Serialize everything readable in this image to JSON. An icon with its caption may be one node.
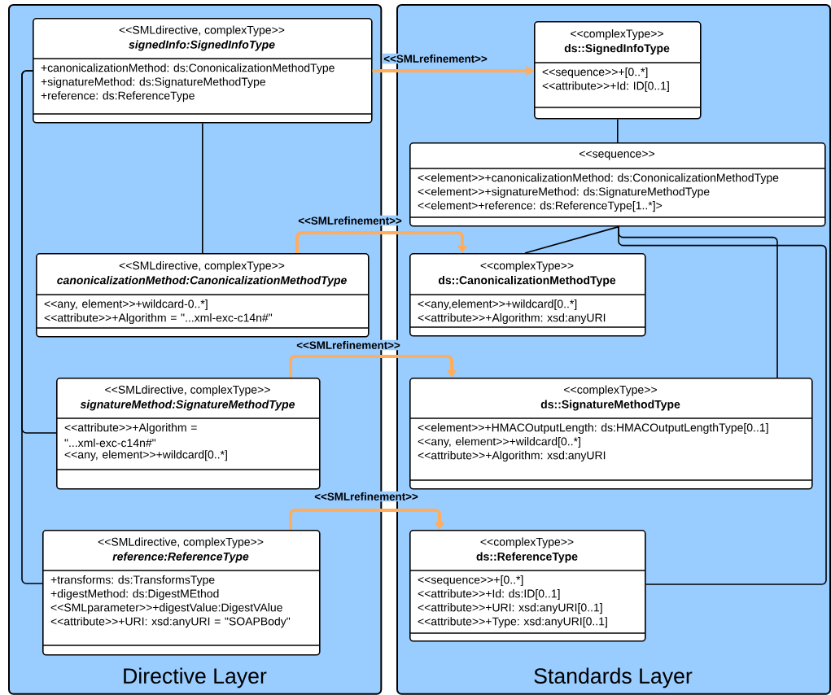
{
  "diagram": {
    "nodes": [
      {
        "text": [
          "Directive Layer"
        ]
      },
      {
        "text": [
          "<<SMLdirective, complexType>>",
          "signedInfo:SignedInfoType",
          "+canonicalizationMethod: ds:CononicalizationMethodType",
          "+signatureMethod: ds:SignatureMethodType",
          "+reference: ds:ReferenceType"
        ],
        "in": 0
      },
      {
        "text": [
          "<<SMLdirective, complexType>>",
          "canonicalizationMethod:CanonicalizationMethodType",
          "<<any, element>>+wildcard-0..*]",
          "<<attribute>>+Algorithm = \"...xml-exc-c14n#\""
        ],
        "in": 0
      },
      {
        "text": [
          "<<SMLdirective, complexType>>",
          "signatureMethod:SignatureMethodType",
          "<<attribute>>+Algorithm = \"...xml-exc-c14n#\"",
          "<<any, element>>+wildcard[0..*]"
        ],
        "in": 0
      },
      {
        "text": [
          "<<SMLdirective, complexType>>",
          "reference:ReferenceType",
          "+transforms: ds:TransformsType",
          "+digestMethod: ds:DigestMEthod",
          "<<SMLparameter>>+digestValue:DigestVAlue",
          "<<attribute>>+URI: xsd:anyURI = \"SOAPBody\""
        ],
        "in": 0
      },
      {
        "text": [
          "Standards Layer"
        ]
      },
      {
        "text": [
          "<<complexType>>",
          "ds::SignedInfoType",
          "<<sequence>>+[0..*]",
          "<<attribute>>+Id: ID[0..1]"
        ],
        "in": 5
      },
      {
        "text": [
          "<<sequence>>",
          "<<element>>+canonicalizationMethod: ds:CononicalizationMethodType",
          "<<element>>+signatureMethod: ds:SignatureMethodType",
          "<<element>+reference: ds:ReferenceType[1..*]>"
        ],
        "in": 5
      },
      {
        "text": [
          "<<complexType>>",
          "ds::CanonicalizationMethodType",
          "<<any,element>>+wildcard[0..*]",
          "<<attribute>>+Algorithm: xsd:anyURI"
        ],
        "in": 5
      },
      {
        "text": [
          "<<complexType>>",
          "ds::SignatureMethodType",
          "<<element>>+HMACOutputLength: ds:HMACOutputLengthType[0..1]",
          "<<any, element>>+wildcard[0..*]",
          "<<attribute>>+Algorithm: xsd:anyURI"
        ],
        "in": 5
      },
      {
        "text": [
          "<<complexType>>",
          "ds::ReferenceType",
          "<<sequence>>+[0..*]",
          "<<attribute>>+Id: ds:ID[0..1]",
          "<<attribute>>+URI: xsd:anyURI[0..1]",
          "<<attribute>>+Type: xsd:anyURI[0..1]"
        ],
        "in": 5
      }
    ],
    "edges": [
      {
        "from": 1,
        "to": 6,
        "arrow": "to",
        "label": "<<SMLrefinement>>",
        "style": "thick",
        "color": "#ffad5c"
      },
      {
        "from": 2,
        "to": 8,
        "arrow": "to",
        "label": "<<SMLrefinement>>",
        "style": "thick",
        "color": "#ffad5c"
      },
      {
        "from": 3,
        "to": 9,
        "arrow": "to",
        "label": "<<SMLrefinement>>",
        "style": "thick",
        "color": "#ffad5c"
      },
      {
        "from": 4,
        "to": 10,
        "arrow": "to",
        "label": "<<SMLrefinement>>",
        "style": "thick",
        "color": "#ffad5c"
      },
      {
        "from": 1,
        "to": 2,
        "arrow": "none"
      },
      {
        "from": 1,
        "to": 3,
        "arrow": "none"
      },
      {
        "from": 1,
        "to": 4,
        "arrow": "none"
      },
      {
        "from": 6,
        "to": 7,
        "arrow": "none"
      },
      {
        "from": 7,
        "to": 8,
        "arrow": "none"
      },
      {
        "from": 7,
        "to": 9,
        "arrow": "none"
      },
      {
        "from": 7,
        "to": 10,
        "arrow": "none"
      }
    ]
  }
}
